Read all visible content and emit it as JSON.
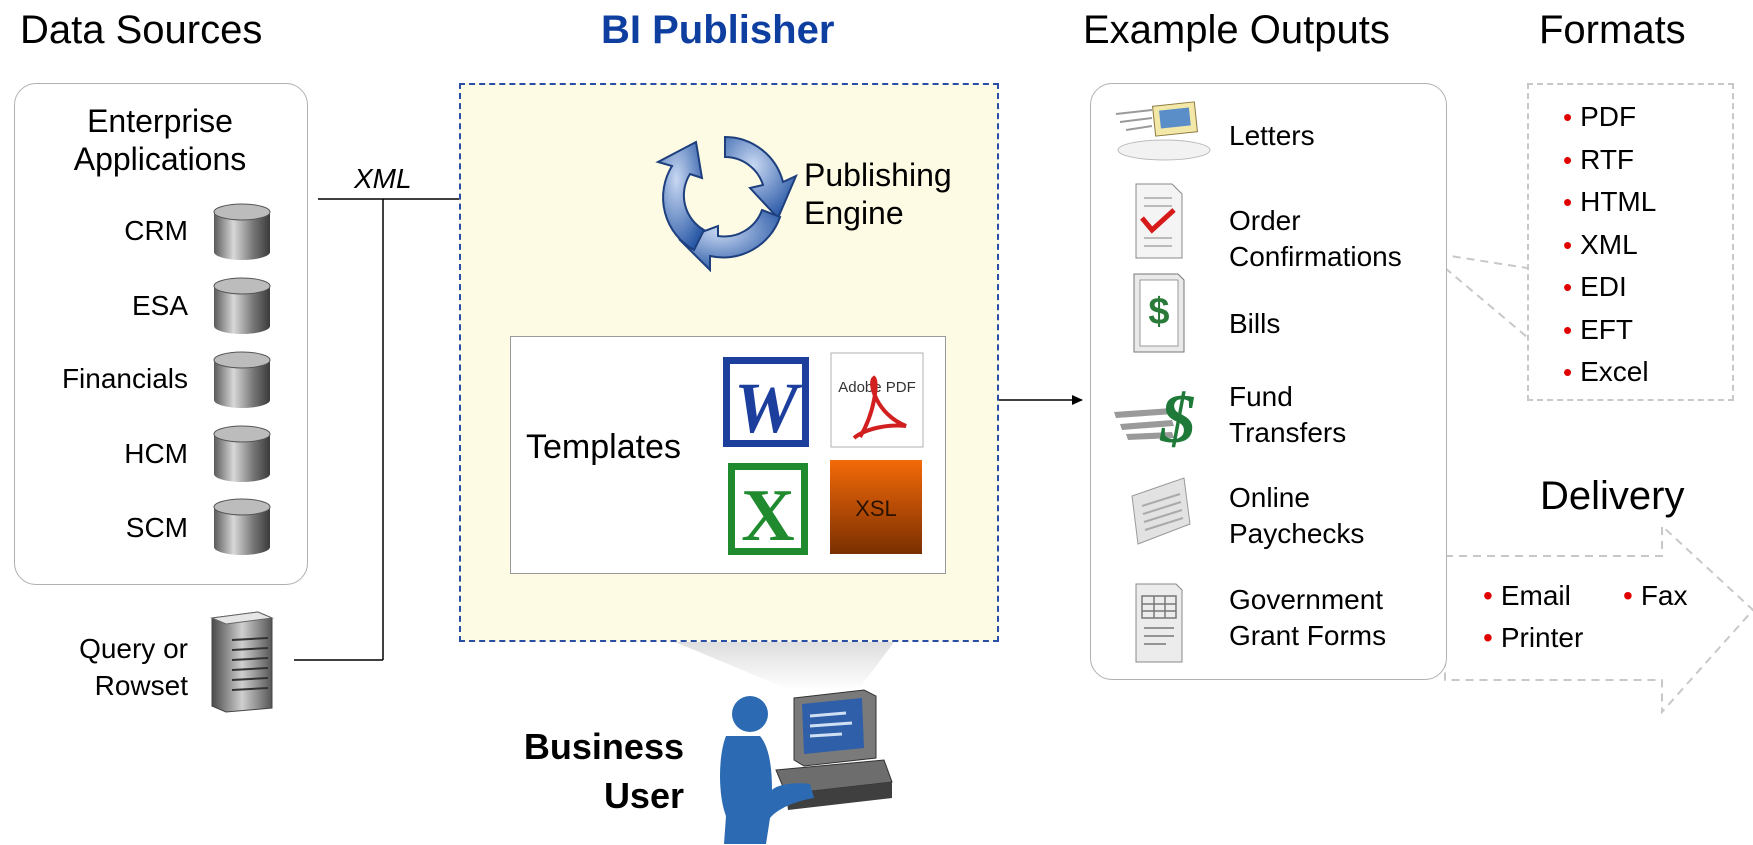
{
  "headers": {
    "data_sources": "Data Sources",
    "bi_publisher": "BI Publisher",
    "example_outputs": "Example Outputs",
    "formats": "Formats",
    "delivery": "Delivery"
  },
  "colors": {
    "bi_publisher_title": "#0e3ea0",
    "panel_border": "#2a4ea6",
    "panel_fill": "#fdfbe3",
    "bullet": "#e00000",
    "xsl_fill": "#d85d05"
  },
  "data_sources": {
    "group_title": "Enterprise Applications",
    "items": [
      "CRM",
      "ESA",
      "Financials",
      "HCM",
      "SCM"
    ],
    "query_label": "Query or Rowset"
  },
  "connector": {
    "xml_label": "XML"
  },
  "publisher": {
    "engine_label": "Publishing Engine",
    "templates_label": "Templates",
    "template_icons": [
      "word-icon",
      "adobe-pdf-icon",
      "excel-icon",
      "xsl-icon"
    ],
    "adobe_text": "Adobe PDF",
    "xsl_text": "XSL"
  },
  "business_user": {
    "label": "Business User"
  },
  "outputs": {
    "items": [
      {
        "label": "Letters",
        "icon": "letter-icon"
      },
      {
        "label": "Order Confirmations",
        "icon": "checkmark-document-icon"
      },
      {
        "label": "Bills",
        "icon": "dollar-bill-icon"
      },
      {
        "label": "Fund Transfers",
        "icon": "fund-transfer-icon"
      },
      {
        "label": "Online Paychecks",
        "icon": "paycheck-icon"
      },
      {
        "label": "Government Grant Forms",
        "icon": "form-icon"
      }
    ]
  },
  "formats": [
    "PDF",
    "RTF",
    "HTML",
    "XML",
    "EDI",
    "EFT",
    "Excel"
  ],
  "delivery": [
    "Email",
    "Fax",
    "Printer"
  ]
}
